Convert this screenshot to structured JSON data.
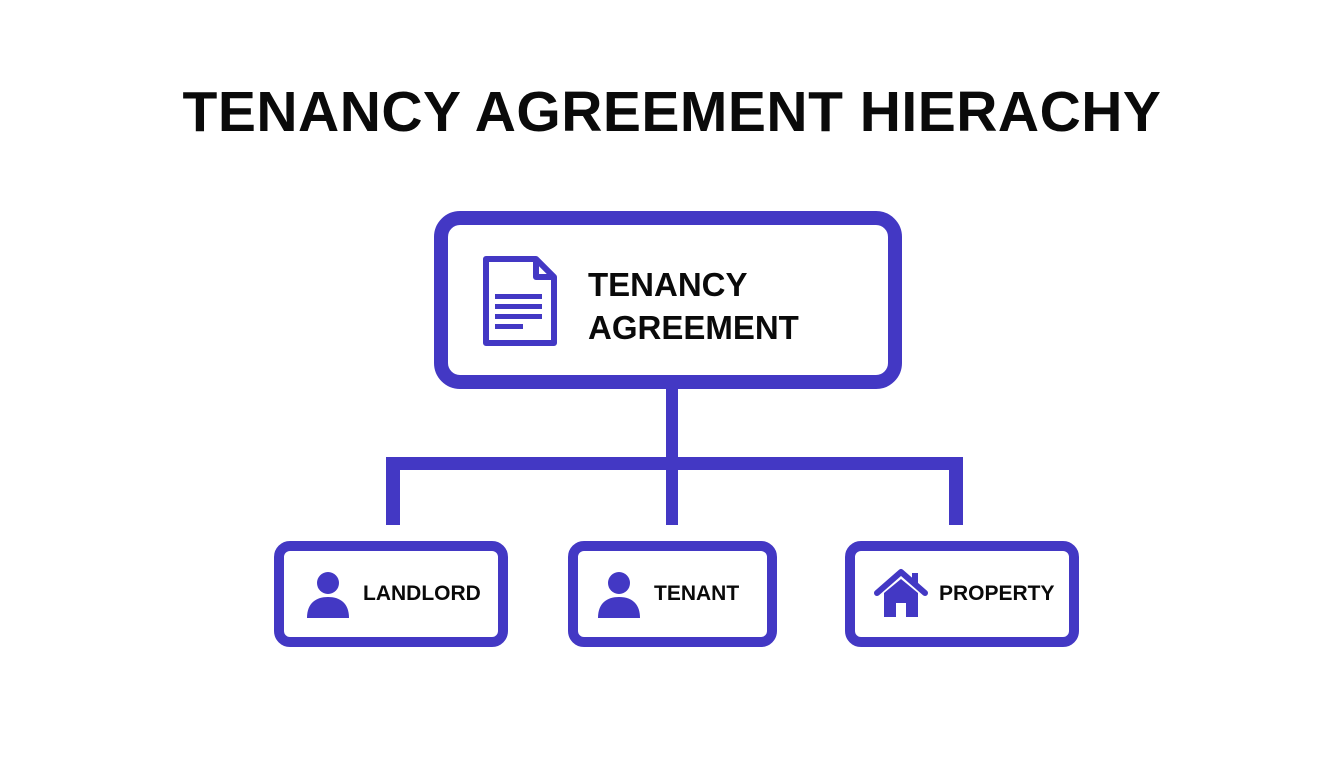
{
  "title": "TENANCY AGREEMENT HIERACHY",
  "colors": {
    "accent": "#4338c4",
    "text": "#0a0a0a",
    "background": "#ffffff"
  },
  "root": {
    "icon": "document-icon",
    "line1": "TENANCY",
    "line2": "AGREEMENT"
  },
  "children": [
    {
      "icon": "person-icon",
      "label": "LANDLORD"
    },
    {
      "icon": "person-icon",
      "label": "TENANT"
    },
    {
      "icon": "house-icon",
      "label": "PROPERTY"
    }
  ]
}
